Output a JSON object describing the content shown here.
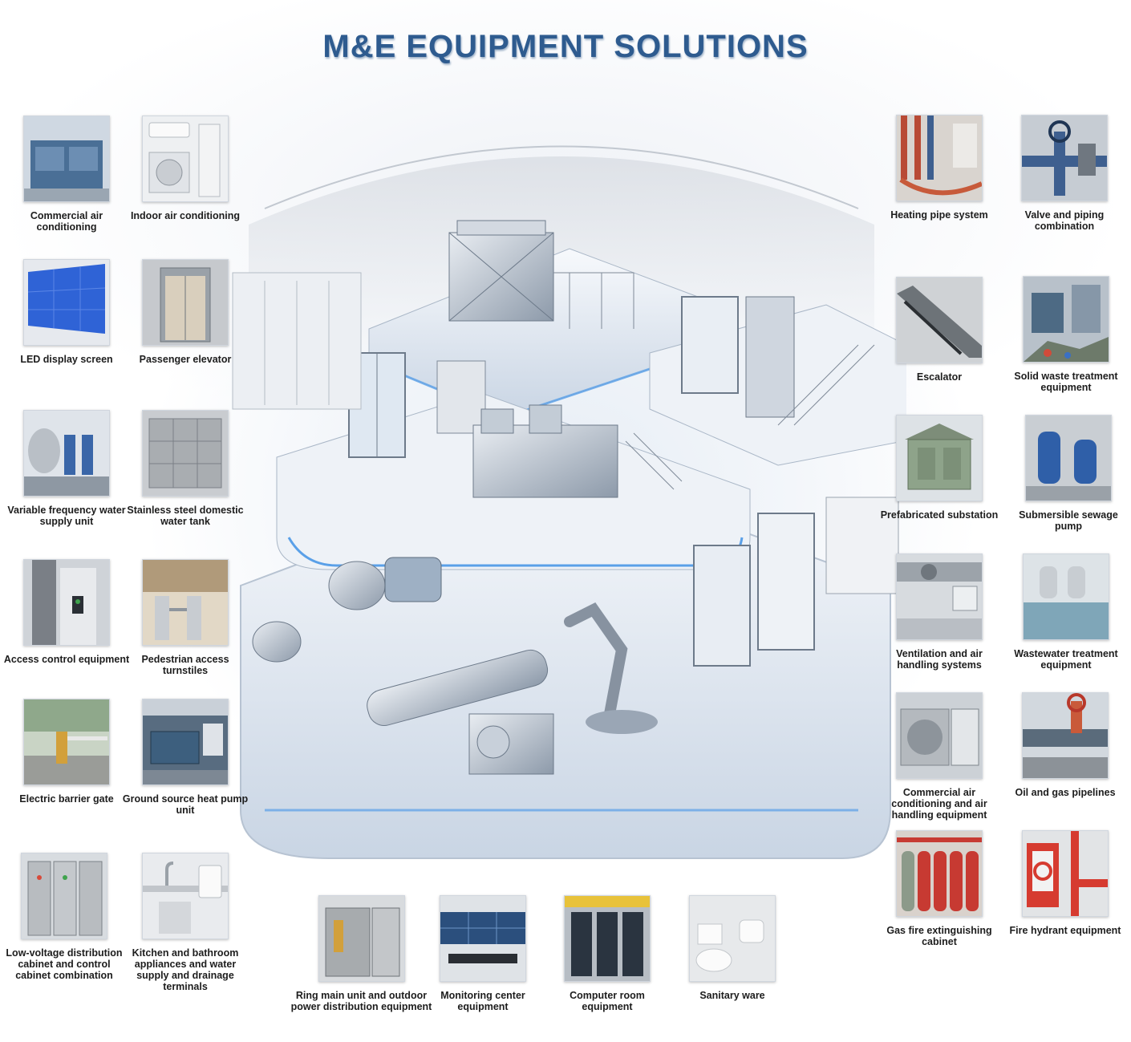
{
  "title": "M&E EQUIPMENT SOLUTIONS",
  "left_items": [
    {
      "label": "Commercial air conditioning",
      "icon": "chiller-icon",
      "color": "#4a6f96"
    },
    {
      "label": "Indoor air conditioning",
      "icon": "split-ac-icon",
      "color": "#c9cdd2"
    },
    {
      "label": "LED display screen",
      "icon": "led-screen-icon",
      "color": "#2f63d6"
    },
    {
      "label": "Passenger elevator",
      "icon": "elevator-icon",
      "color": "#9aa1a8"
    },
    {
      "label": "Variable frequency water supply unit",
      "icon": "pump-unit-icon",
      "color": "#3a66a8"
    },
    {
      "label": "Stainless steel domestic water tank",
      "icon": "water-tank-icon",
      "color": "#a9adb1"
    },
    {
      "label": "Access control equipment",
      "icon": "access-control-icon",
      "color": "#7a7f86"
    },
    {
      "label": "Pedestrian access turnstiles",
      "icon": "turnstile-icon",
      "color": "#b09a7a"
    },
    {
      "label": "Electric barrier gate",
      "icon": "barrier-gate-icon",
      "color": "#d2a03b"
    },
    {
      "label": "Ground source heat pump unit",
      "icon": "heat-pump-icon",
      "color": "#3d5f7e"
    },
    {
      "label": "Low-voltage distribution cabinet and control cabinet combination",
      "icon": "cabinet-icon",
      "color": "#b8bcc0"
    },
    {
      "label": "Kitchen and bathroom appliances and water supply and drainage terminals",
      "icon": "kitchen-icon",
      "color": "#d4d7db"
    }
  ],
  "right_items": [
    {
      "label": "Heating pipe system",
      "icon": "heating-pipe-icon",
      "color": "#b84a35"
    },
    {
      "label": "Valve and piping combination",
      "icon": "valve-icon",
      "color": "#3e5f8f"
    },
    {
      "label": "Escalator",
      "icon": "escalator-icon",
      "color": "#6d7378"
    },
    {
      "label": "Solid waste treatment equipment",
      "icon": "waste-treatment-icon",
      "color": "#4d6a84"
    },
    {
      "label": "Prefabricated substation",
      "icon": "substation-icon",
      "color": "#8ea38a"
    },
    {
      "label": "Submersible sewage pump",
      "icon": "sewage-pump-icon",
      "color": "#2f5fa8"
    },
    {
      "label": "Ventilation and air handling systems",
      "icon": "ventilation-icon",
      "color": "#9ca3aa"
    },
    {
      "label": "Wastewater treatment equipment",
      "icon": "wastewater-icon",
      "color": "#7fa6b8"
    },
    {
      "label": "Commercial air conditioning and air handling equipment",
      "icon": "ahu-icon",
      "color": "#b4b9be"
    },
    {
      "label": "Oil and gas pipelines",
      "icon": "pipeline-icon",
      "color": "#5a6b7b"
    },
    {
      "label": "Gas fire extinguishing cabinet",
      "icon": "gas-cylinder-icon",
      "color": "#c73a32"
    },
    {
      "label": "Fire hydrant equipment",
      "icon": "fire-hydrant-icon",
      "color": "#d63b30"
    }
  ],
  "bottom_items": [
    {
      "label": "Ring main unit and outdoor power distribution equipment",
      "icon": "ring-main-unit-icon",
      "color": "#a7abae"
    },
    {
      "label": "Monitoring center equipment",
      "icon": "monitoring-icon",
      "color": "#2b4f7d"
    },
    {
      "label": "Computer room equipment",
      "icon": "server-rack-icon",
      "color": "#2a3440"
    },
    {
      "label": "Sanitary ware",
      "icon": "toilet-icon",
      "color": "#e7e9eb"
    }
  ]
}
